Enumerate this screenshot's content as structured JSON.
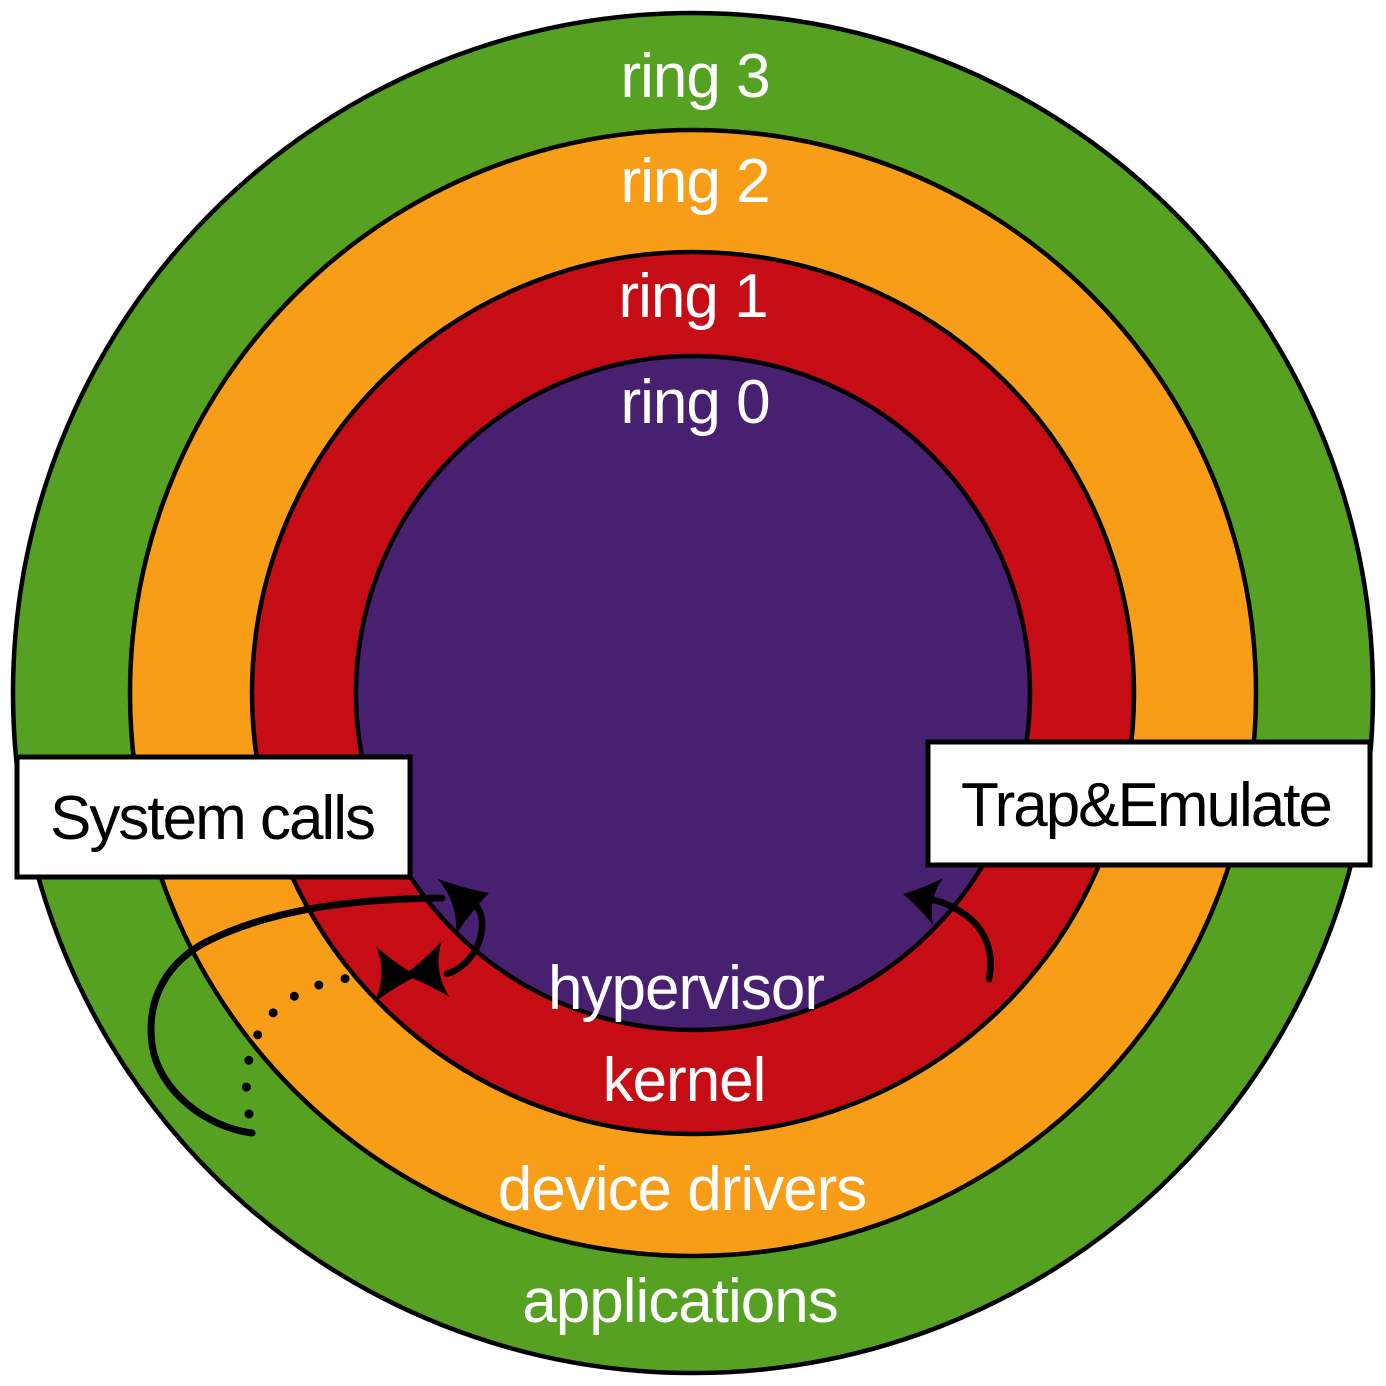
{
  "rings": [
    {
      "ring_label": "ring 3",
      "layer_label": "applications",
      "color": "#56a121"
    },
    {
      "ring_label": "ring 2",
      "layer_label": "device drivers",
      "color": "#f89d18"
    },
    {
      "ring_label": "ring 1",
      "layer_label": "kernel",
      "color": "#c60d15"
    },
    {
      "ring_label": "ring 0",
      "layer_label": "hypervisor",
      "color": "#482070"
    }
  ],
  "callouts": {
    "system_calls": "System calls",
    "trap_emulate": "Trap&Emulate"
  },
  "colors": {
    "outline": "#000000",
    "ring_label_text": "#ffffff",
    "callout_bg": "#ffffff",
    "callout_border": "#000000",
    "callout_text": "#000000",
    "arrow": "#000000",
    "background": "#ffffff"
  }
}
